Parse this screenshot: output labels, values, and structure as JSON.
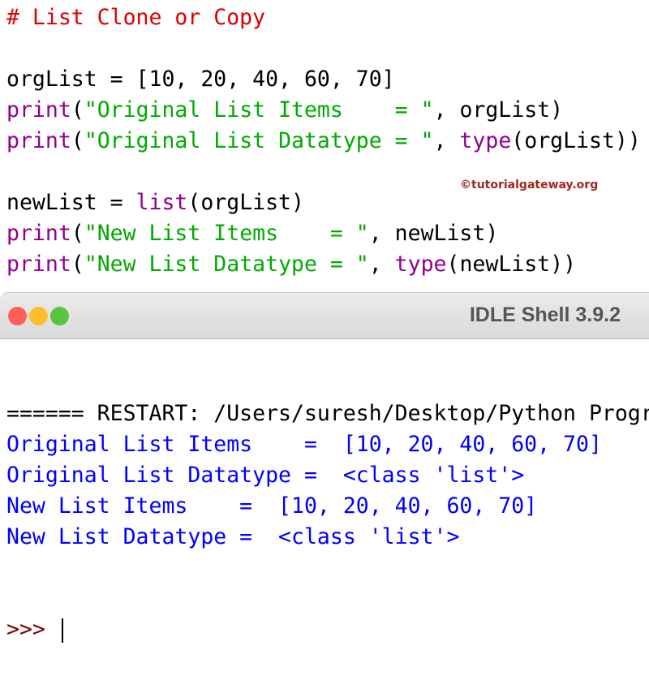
{
  "editor": {
    "lines": [
      [
        [
          "# List Clone or Copy",
          "comment"
        ]
      ],
      [],
      [
        [
          "orgList = [10, 20, 40, 60, 70]",
          "plain"
        ]
      ],
      [
        [
          "print",
          "builtin"
        ],
        [
          "(",
          "plain"
        ],
        [
          "\"Original List Items    = \"",
          "string"
        ],
        [
          ", orgList)",
          "plain"
        ]
      ],
      [
        [
          "print",
          "builtin"
        ],
        [
          "(",
          "plain"
        ],
        [
          "\"Original List Datatype = \"",
          "string"
        ],
        [
          ", ",
          "plain"
        ],
        [
          "type",
          "builtin"
        ],
        [
          "(orgList))",
          "plain"
        ]
      ],
      [],
      [
        [
          "newList = ",
          "plain"
        ],
        [
          "list",
          "builtin"
        ],
        [
          "(orgList)",
          "plain"
        ]
      ],
      [
        [
          "print",
          "builtin"
        ],
        [
          "(",
          "plain"
        ],
        [
          "\"New List Items    = \"",
          "string"
        ],
        [
          ", newList)",
          "plain"
        ]
      ],
      [
        [
          "print",
          "builtin"
        ],
        [
          "(",
          "plain"
        ],
        [
          "\"New List Datatype = \"",
          "string"
        ],
        [
          ", ",
          "plain"
        ],
        [
          "type",
          "builtin"
        ],
        [
          "(newList))",
          "plain"
        ]
      ]
    ],
    "watermark": "©tutorialgateway.org"
  },
  "window": {
    "title": "IDLE Shell 3.9.2",
    "buttons": [
      "close",
      "minimize",
      "zoom"
    ]
  },
  "shell": {
    "lines": [
      [
        [
          "====== RESTART: /Users/suresh/Desktop/Python Progr",
          "plain"
        ]
      ],
      [
        [
          "Original List Items    =  [10, 20, 40, 60, 70]",
          "out"
        ]
      ],
      [
        [
          "Original List Datatype =  <class 'list'>",
          "out"
        ]
      ],
      [
        [
          "New List Items    =  [10, 20, 40, 60, 70]",
          "out"
        ]
      ],
      [
        [
          "New List Datatype =  <class 'list'>",
          "out"
        ]
      ]
    ],
    "prompt": ">>> "
  },
  "colors": {
    "comment": "#dd0000",
    "builtin": "#900090",
    "string": "#00aa00",
    "output": "#0000ff",
    "prompt": "#800000"
  }
}
